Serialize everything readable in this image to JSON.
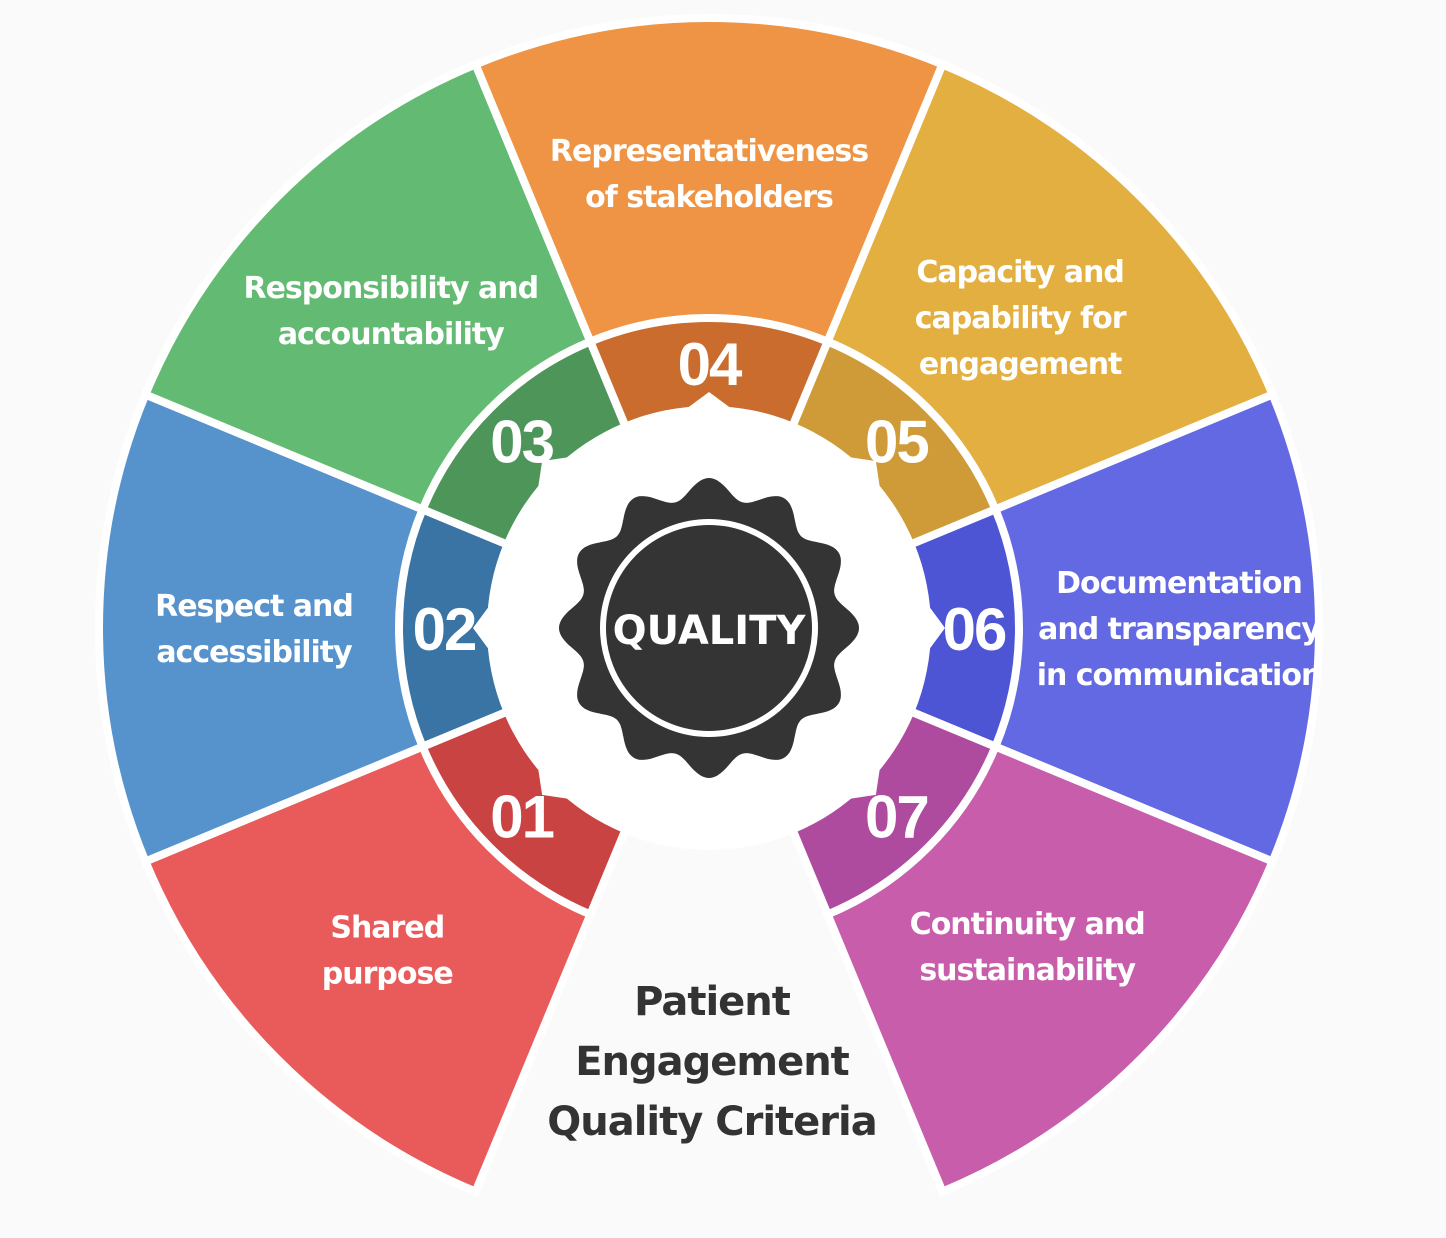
{
  "center_label": "QUALITY",
  "title_lines": [
    "Patient",
    "Engagement",
    "Quality Criteria"
  ],
  "segments": [
    {
      "number": "01",
      "lines": [
        "Shared",
        "purpose"
      ],
      "color": "#E95B5B",
      "dark": "#C94343"
    },
    {
      "number": "02",
      "lines": [
        "Respect and",
        "accessibility"
      ],
      "color": "#5693CC",
      "dark": "#3A74A4"
    },
    {
      "number": "03",
      "lines": [
        "Responsibility and",
        "accountability"
      ],
      "color": "#63BA72",
      "dark": "#4E955A"
    },
    {
      "number": "04",
      "lines": [
        "Representativeness",
        "of stakeholders"
      ],
      "color": "#EE9444",
      "dark": "#C96C2D"
    },
    {
      "number": "05",
      "lines": [
        "Capacity and",
        "capability for",
        "engagement"
      ],
      "color": "#E3AF40",
      "dark": "#CF9B38"
    },
    {
      "number": "06",
      "lines": [
        "Documentation",
        "and transparency",
        "in communication"
      ],
      "color": "#6369E2",
      "dark": "#4D55D5"
    },
    {
      "number": "07",
      "lines": [
        "Continuity and",
        "sustainability"
      ],
      "color": "#C75DAB",
      "dark": "#AE4B9E"
    }
  ]
}
